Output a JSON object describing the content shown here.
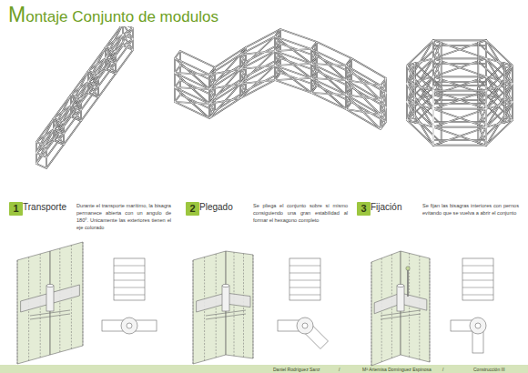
{
  "diagram": {
    "title": "Montaje Conjunto de modulos",
    "nodes": [
      {
        "text": [
          "1"
        ]
      },
      {
        "text": [
          "2"
        ]
      },
      {
        "text": [
          "3"
        ]
      }
    ],
    "labels": [
      "Transporte",
      "Durante el transporte marítimo, la bisagra permanece abierta con un angulo de 180º. Unicamente las exteriores tienen el eje colorado",
      "Plegado",
      "Se pliega el conjunto sobre sí mismo consiguiendo una gran estabilidad al formar el hexagono completo",
      "Fijación",
      "Se fijan las bisagras interiores con pernos evitando que se vuelva a abrir el conjunto",
      "Daniel Rodríguez Sanz",
      "/",
      "Mª Artemisa Domínguez Espinosa",
      "/",
      "Construcción III"
    ]
  }
}
